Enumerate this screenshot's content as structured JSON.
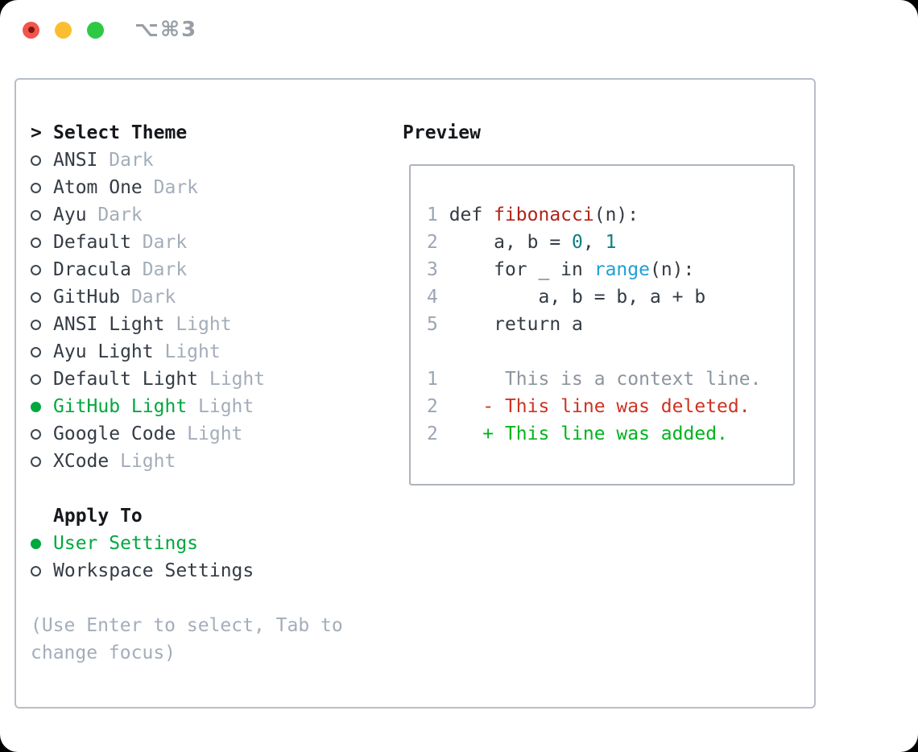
{
  "window": {
    "shortcut_label": "⌥⌘3"
  },
  "colors": {
    "green": "#00a83e",
    "text": "#343b44",
    "heading": "#15181c",
    "muted": "#a3adba",
    "linenum": "#9aa5b4",
    "func": "#b02318",
    "numlit": "#0d7f84",
    "builtin": "#219fd5",
    "ctx": "#8d959e",
    "del": "#cc3322",
    "add": "#00b41c",
    "panel_border": "#b8bec6",
    "preview_border": "#adb4bd",
    "titlebar_text": "#989ea5",
    "light_red": "#f4544d",
    "light_red_dot": "#7f1511",
    "light_yellow": "#fcbe30",
    "light_green": "#2ec944"
  },
  "theme_picker": {
    "header": {
      "marker": ">",
      "label": "Select Theme"
    },
    "items": [
      {
        "label": "ANSI",
        "variant": "Dark",
        "selected": false
      },
      {
        "label": "Atom One",
        "variant": "Dark",
        "selected": false
      },
      {
        "label": "Ayu",
        "variant": "Dark",
        "selected": false
      },
      {
        "label": "Default",
        "variant": "Dark",
        "selected": false
      },
      {
        "label": "Dracula",
        "variant": "Dark",
        "selected": false
      },
      {
        "label": "GitHub",
        "variant": "Dark",
        "selected": false
      },
      {
        "label": "ANSI Light",
        "variant": "Light",
        "selected": false
      },
      {
        "label": "Ayu Light",
        "variant": "Light",
        "selected": false
      },
      {
        "label": "Default Light",
        "variant": "Light",
        "selected": false
      },
      {
        "label": "GitHub Light",
        "variant": "Light",
        "selected": true
      },
      {
        "label": "Google Code",
        "variant": "Light",
        "selected": false
      },
      {
        "label": "XCode",
        "variant": "Light",
        "selected": false
      }
    ],
    "apply_to": {
      "label": "Apply To",
      "options": [
        {
          "label": "User Settings",
          "selected": true
        },
        {
          "label": "Workspace Settings",
          "selected": false
        }
      ]
    },
    "hint_line1": "(Use Enter to select, Tab to",
    "hint_line2": "change focus)"
  },
  "preview": {
    "title": "Preview",
    "lines": [
      [
        [
          "1 ",
          "num"
        ],
        [
          "def ",
          "code"
        ],
        [
          "fibonacci",
          "func"
        ],
        [
          "(n):",
          "code"
        ]
      ],
      [
        [
          "2 ",
          "num"
        ],
        [
          "    a, b = ",
          "code"
        ],
        [
          "0",
          "numlit"
        ],
        [
          ", ",
          "code"
        ],
        [
          "1",
          "numlit"
        ]
      ],
      [
        [
          "3 ",
          "num"
        ],
        [
          "    for _ in ",
          "code"
        ],
        [
          "range",
          "builtin"
        ],
        [
          "(n):",
          "code"
        ]
      ],
      [
        [
          "4 ",
          "num"
        ],
        [
          "        a, b = b, a + b",
          "code"
        ]
      ],
      [
        [
          "5 ",
          "num"
        ],
        [
          "    return a",
          "code"
        ]
      ],
      [],
      [
        [
          "1",
          "num"
        ],
        [
          "      This is a context line.",
          "ctx"
        ]
      ],
      [
        [
          "2",
          "num"
        ],
        [
          "    ",
          "code"
        ],
        [
          "- This line was deleted.",
          "del"
        ]
      ],
      [
        [
          "2",
          "num"
        ],
        [
          "    ",
          "code"
        ],
        [
          "+ This line was added.",
          "add"
        ]
      ]
    ]
  }
}
